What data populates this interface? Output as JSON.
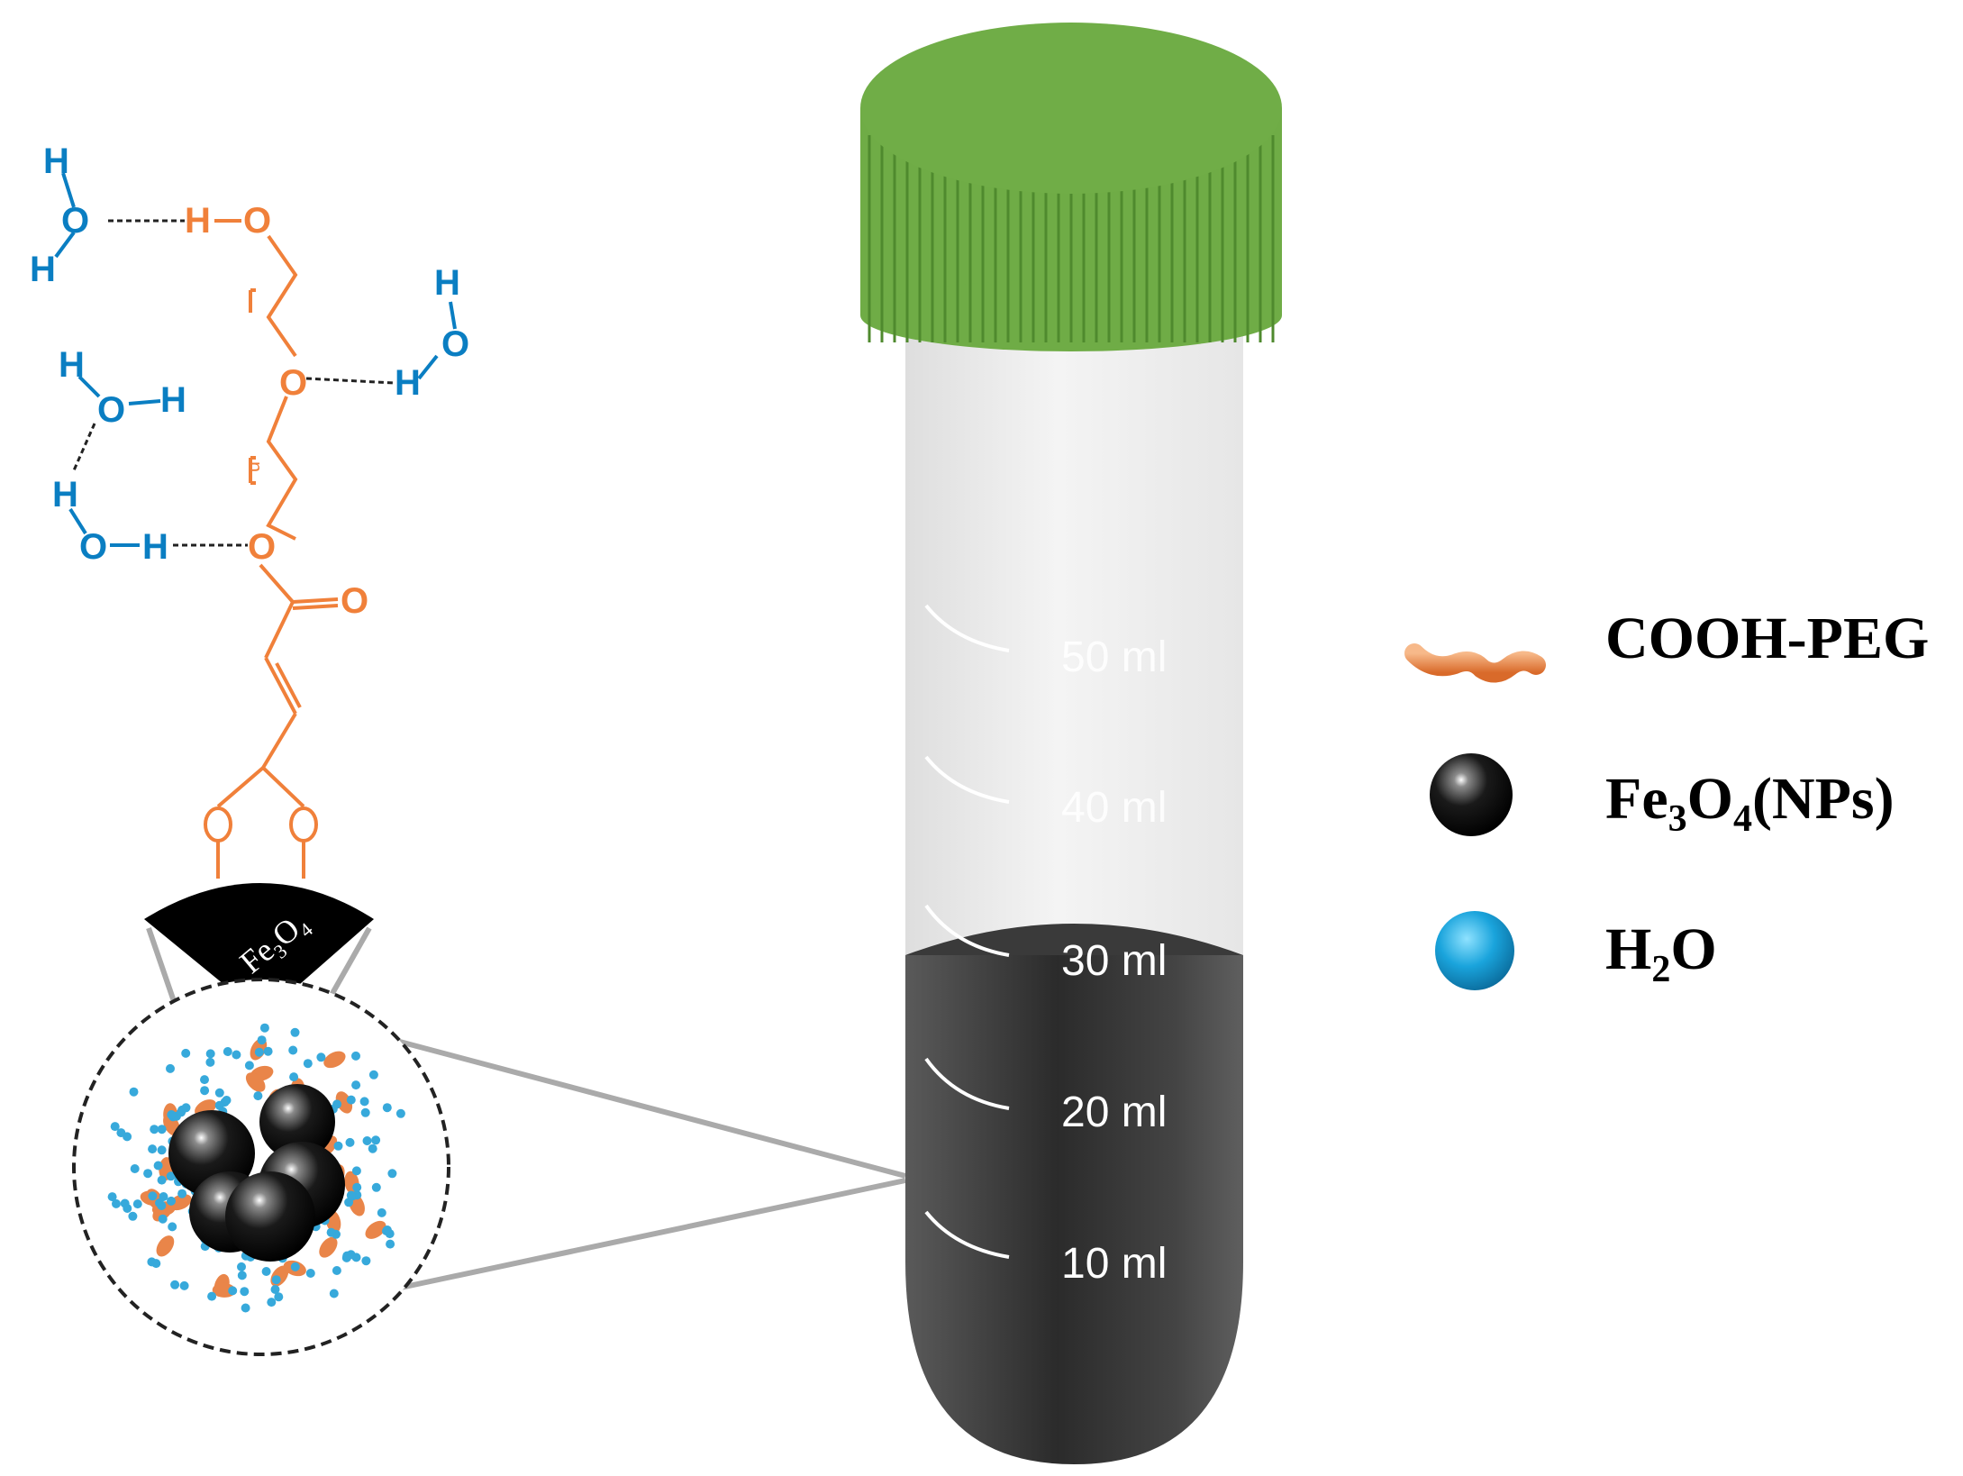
{
  "colors": {
    "water": "#0a7ec2",
    "peg": "#f0803a",
    "cap": "#6fac46",
    "cap_dark": "#4f8a2e",
    "liquid": "#3a3a3a",
    "tube": "#ececec",
    "nanoparticle": "#111111"
  },
  "molecule": {
    "atom_h": "H",
    "atom_o": "O",
    "repeat_n": "n",
    "core_label_main": "Fe",
    "core_sub_1": "3",
    "core_label_mid": "O",
    "core_sub_2": "4"
  },
  "tube": {
    "marks": [
      "50 ml",
      "40 ml",
      "30 ml",
      "20 ml",
      "10 ml"
    ]
  },
  "legend": {
    "items": [
      {
        "label": "COOH-PEG",
        "icon": "peg-chain-icon"
      },
      {
        "label_parts": [
          "Fe",
          "3",
          "O",
          "4",
          "(NPs)"
        ],
        "icon": "black-sphere-icon"
      },
      {
        "label_parts": [
          "H",
          "2",
          "O"
        ],
        "icon": "blue-sphere-icon"
      }
    ]
  }
}
